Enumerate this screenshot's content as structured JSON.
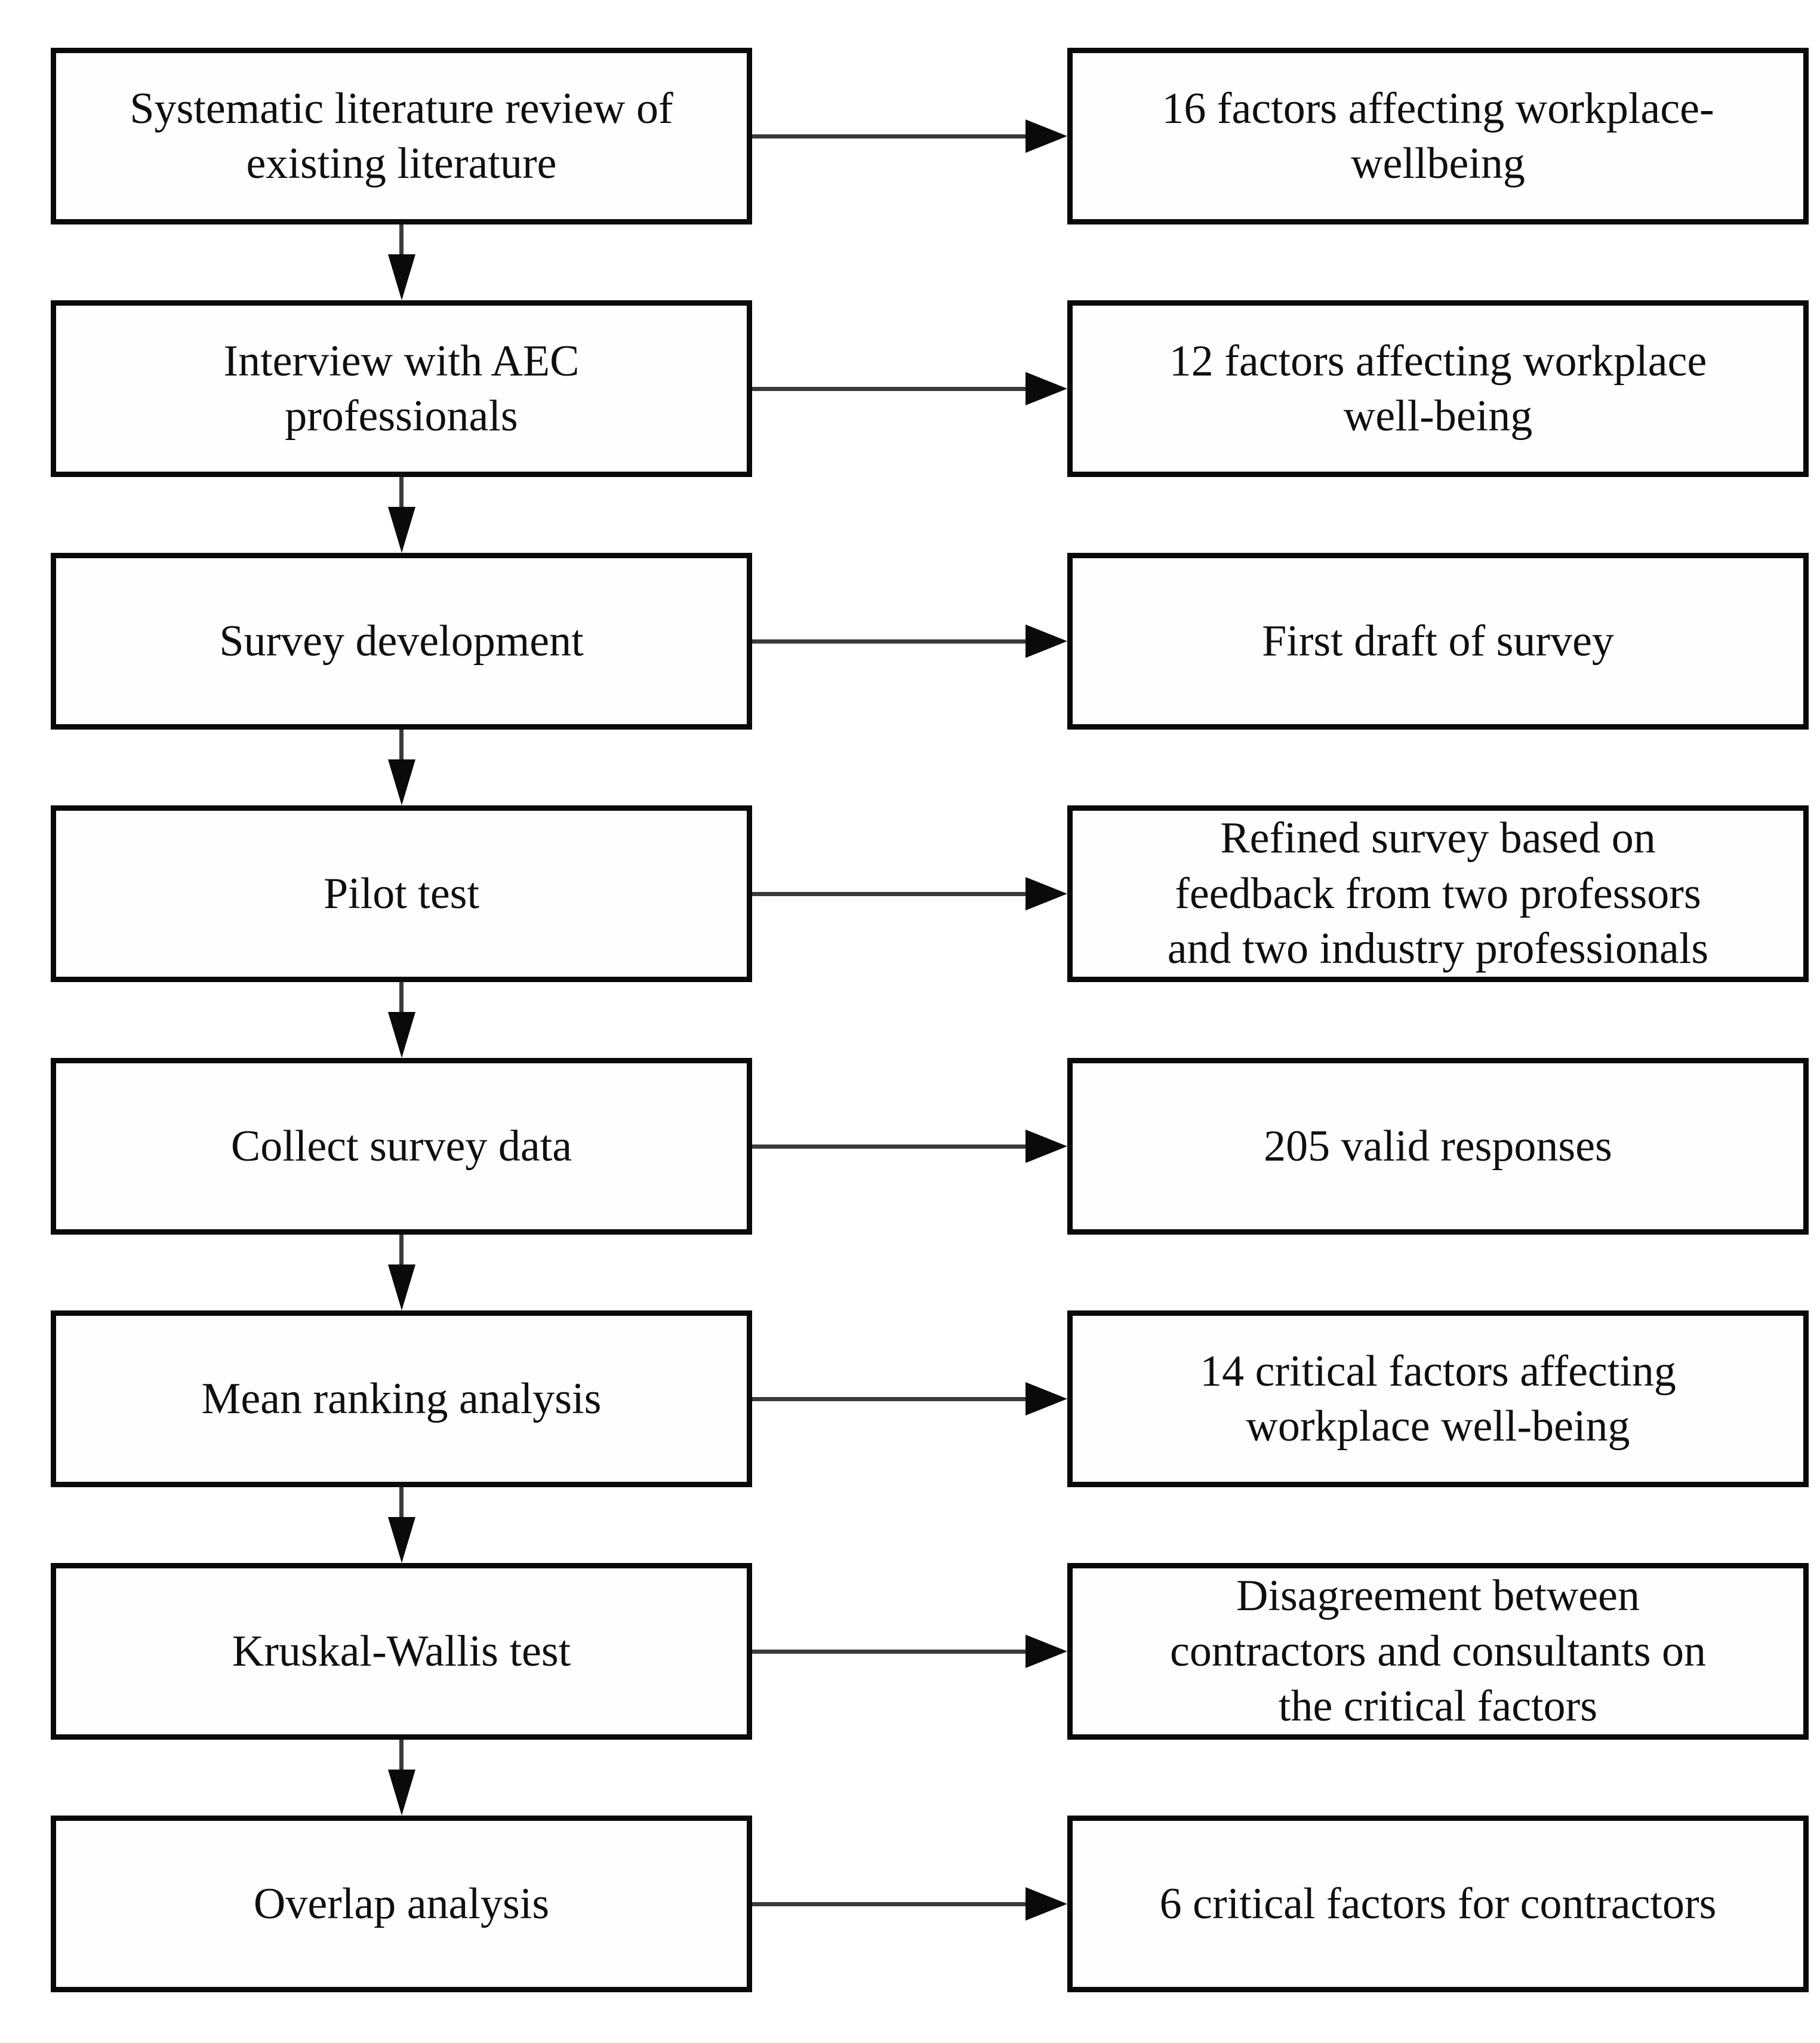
{
  "diagram": {
    "type": "flowchart",
    "colors": {
      "background": "#ffffff",
      "box_border": "#0a0a0a",
      "text": "#0f0f0f",
      "connector_line": "#3b3b3b",
      "arrowhead": "#0a0a0a"
    },
    "icons": {
      "right_arrowhead": "solid right-pointing triangle",
      "down_arrowhead": "solid down-pointing triangle"
    },
    "rows": [
      {
        "step": "Systematic literature review of\nexisting literature",
        "outcome": "16 factors affecting workplace-\nwellbeing"
      },
      {
        "step": "Interview with AEC\nprofessionals",
        "outcome": "12 factors affecting workplace\nwell-being"
      },
      {
        "step": "Survey development",
        "outcome": "First draft of survey"
      },
      {
        "step": "Pilot test",
        "outcome": "Refined survey based on\nfeedback from two professors\nand two industry professionals"
      },
      {
        "step": "Collect survey data",
        "outcome": "205 valid responses"
      },
      {
        "step": "Mean ranking analysis",
        "outcome": "14 critical factors affecting\nworkplace well-being"
      },
      {
        "step": "Kruskal-Wallis test",
        "outcome": "Disagreement between\ncontractors and consultants on\nthe critical factors"
      },
      {
        "step": "Overlap analysis",
        "outcome": "6 critical factors for contractors"
      }
    ]
  }
}
